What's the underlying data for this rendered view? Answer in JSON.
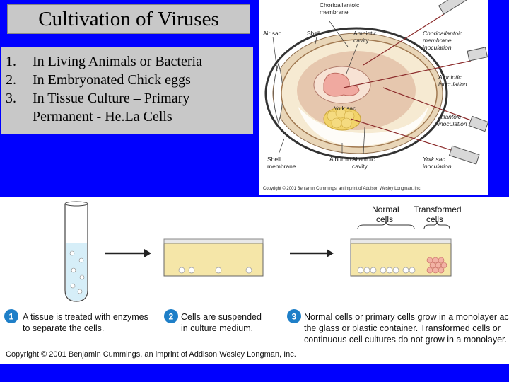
{
  "title": "Cultivation of Viruses",
  "list": {
    "items": [
      {
        "num": "1.",
        "text": "In Living Animals or Bacteria"
      },
      {
        "num": "2.",
        "text": "In Embryonated Chick eggs"
      },
      {
        "num": "3.",
        "text": "In Tissue Culture – Primary"
      }
    ],
    "continuation": "Permanent - He.La Cells"
  },
  "egg_diagram": {
    "labels": {
      "air_sac": "Air sac",
      "shell": "Shell",
      "chorioallantoic_membrane_1": "Chorioallantoic",
      "chorioallantoic_membrane_2": "membrane",
      "amniotic_cavity_1": "Amniotic",
      "amniotic_cavity_2": "cavity",
      "yolk_sac": "Yolk sac",
      "shell_membrane_1": "Shell",
      "shell_membrane_2": "membrane",
      "albumin": "Albumin",
      "allantoic_cavity_1": "Allantoic",
      "allantoic_cavity_2": "cavity"
    },
    "inoculations": {
      "cam_1": "Chorioallantoic",
      "cam_2": "membrane",
      "cam_3": "inoculation",
      "amniotic_1": "Amniotic",
      "amniotic_2": "inoculation",
      "allantoic_1": "Allantoic",
      "allantoic_2": "inoculation",
      "yolk_1": "Yolk sac",
      "yolk_2": "inoculation"
    },
    "copyright": "Copyright © 2001 Benjamin Cummings, an imprint of Addison Wesley Longman, Inc."
  },
  "culture_diagram": {
    "header_normal_1": "Normal",
    "header_normal_2": "cells",
    "header_transformed_1": "Transformed",
    "header_transformed_2": "cells",
    "steps": [
      {
        "num": "1",
        "line1": "A tissue is treated with enzymes",
        "line2": "to separate the cells."
      },
      {
        "num": "2",
        "line1": "Cells are suspended",
        "line2": "in culture medium."
      },
      {
        "num": "3",
        "line1": "Normal cells or primary cells grow in a monolayer across",
        "line2": "the glass or plastic container. Transformed cells or",
        "line3": "continuous cell cultures do not grow in a monolayer."
      }
    ],
    "copyright": "Copyright © 2001 Benjamin Cummings, an imprint of Addison Wesley Longman, Inc."
  },
  "colors": {
    "background": "#0000ff",
    "title_box": "#c8c8c8",
    "medium": "#f5e6a8",
    "badge": "#1e7fc8"
  }
}
